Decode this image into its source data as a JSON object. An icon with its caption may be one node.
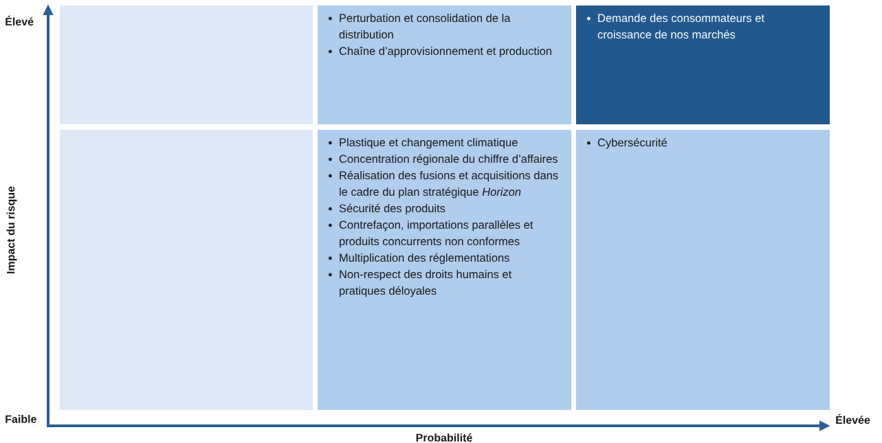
{
  "diagram": {
    "nodes": [
      {
        "text": [],
        "shape": "box"
      },
      {
        "text": [
          "Perturbation et consolidation de la distribution",
          "Chaîne d’approvisionnement et production"
        ]
      },
      {
        "text": [
          "Demande des consommateurs et croissance de nos marchés"
        ]
      },
      {
        "text": [],
        "shape": "box"
      },
      {
        "text": [
          "Plastique et changement climatique",
          "Concentration régionale du chiffre d’affaires",
          "Réalisation des fusions et acquisitions dans le cadre du plan stratégique *Horizon*",
          "Sécurité des produits",
          "Contrefaçon, importations parallèles et produits concurrents non conformes",
          "Multiplication des réglementations",
          "Non-respect des droits humains et pratiques déloyales"
        ]
      },
      {
        "text": [
          "Cybersécurité"
        ]
      }
    ],
    "labels": [
      "Élevé",
      "Impact du risque",
      "Faible",
      "Élevée",
      "Probabilité"
    ]
  }
}
